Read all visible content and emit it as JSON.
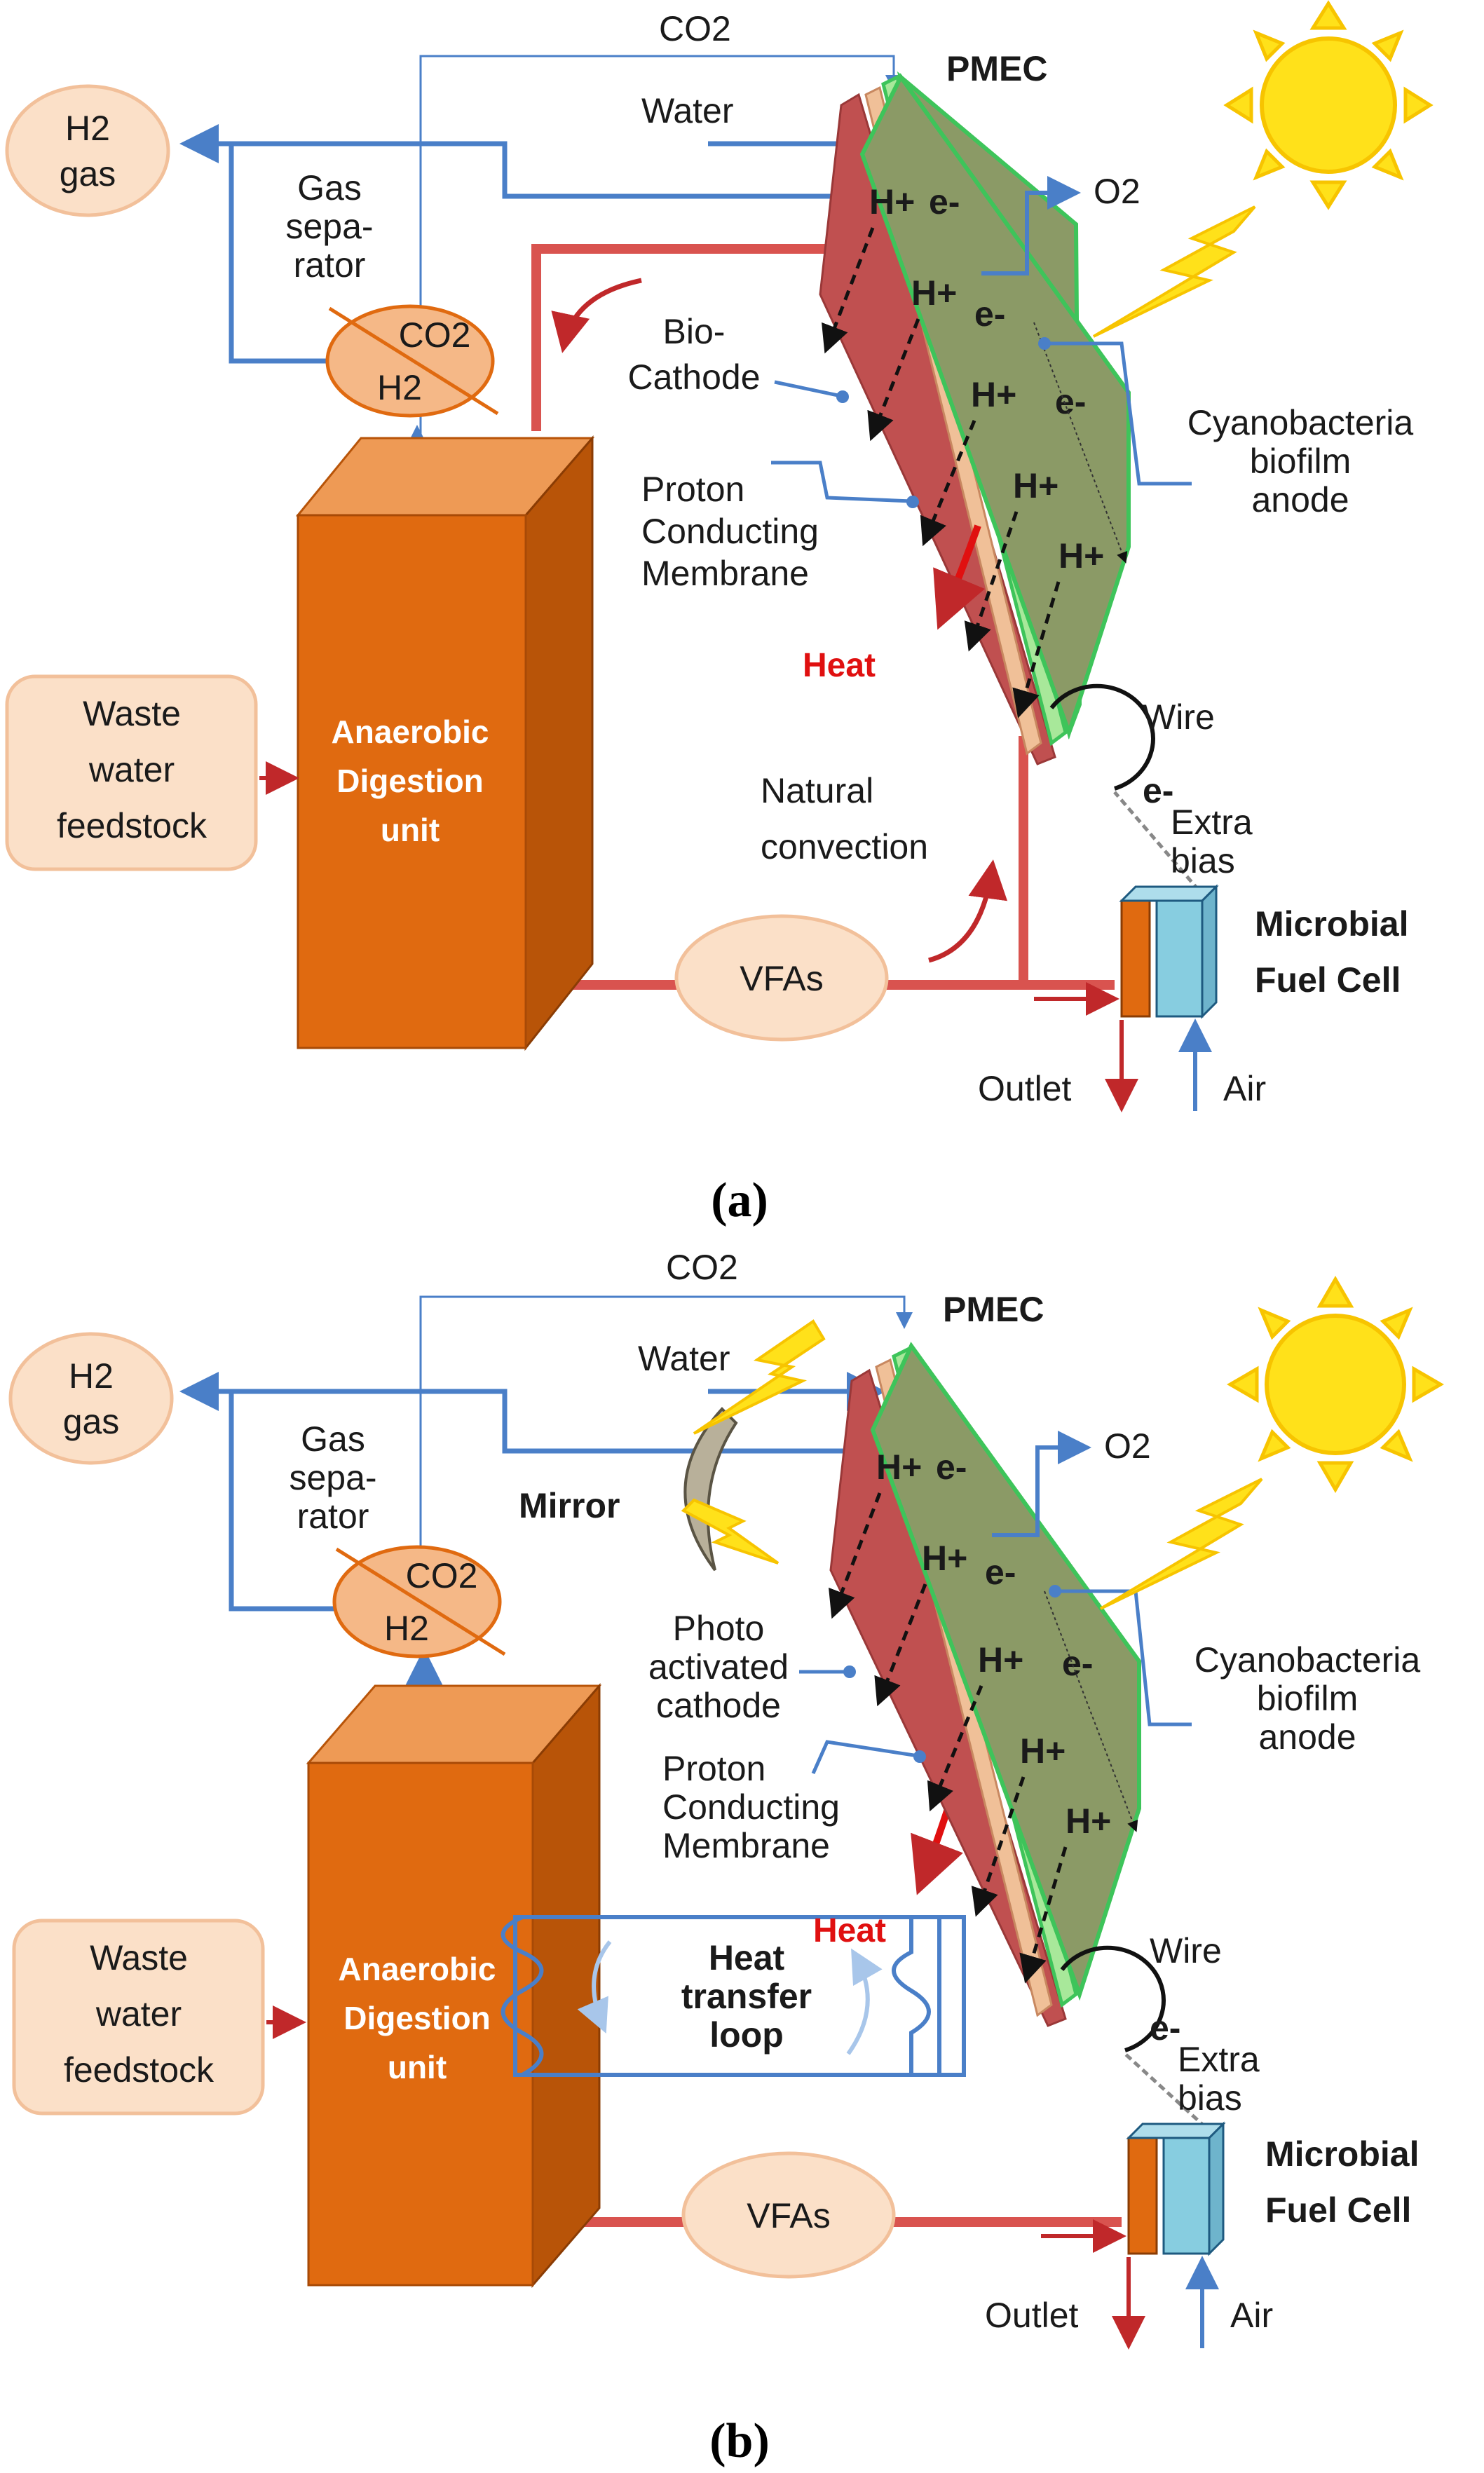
{
  "colors": {
    "blue_line": "#4a7fc8",
    "red_pipe": "#d9534f",
    "orange_box": "#e06a10",
    "orange_top": "#ee9a55",
    "orange_side": "#b85408",
    "peach": "#fbe0c8",
    "pmec_green": "#8b9a66",
    "membrane_green": "#3ec45a",
    "sun_yellow": "#ffe11a",
    "sun_ray": "#f7c400",
    "mfc_blue": "#87cde0",
    "mirror": "#b8b09a"
  },
  "panel_a": {
    "caption": "(a)",
    "co2_top": "CO2",
    "pmec": "PMEC",
    "water": "Water",
    "o2": "O2",
    "h2_gas_1": "H2",
    "h2_gas_2": "gas",
    "gas_sep_1": "Gas",
    "gas_sep_2": "sepa-",
    "gas_sep_3": "rator",
    "sep_co2": "CO2",
    "sep_h2": "H2",
    "cathode_1": "Bio-",
    "cathode_2": "Cathode",
    "proton_1": "Proton",
    "proton_2": "Conducting",
    "proton_3": "Membrane",
    "cyano_1": "Cyanobacteria",
    "cyano_2": "biofilm",
    "cyano_3": "anode",
    "heat": "Heat",
    "wire": "Wire",
    "electron": "e-",
    "extra_1": "Extra",
    "extra_2": "bias",
    "natural_1": "Natural",
    "natural_2": "convection",
    "waste_1": "Waste",
    "waste_2": "water",
    "waste_3": "feedstock",
    "ad_1": "Anaerobic",
    "ad_2": "Digestion",
    "ad_3": "unit",
    "vfas": "VFAs",
    "mfc_1": "Microbial",
    "mfc_2": "Fuel Cell",
    "outlet": "Outlet",
    "air": "Air",
    "hplus": "H+"
  },
  "panel_b": {
    "caption": "(b)",
    "co2_top": "CO2",
    "pmec": "PMEC",
    "water": "Water",
    "o2": "O2",
    "h2_gas_1": "H2",
    "h2_gas_2": "gas",
    "gas_sep_1": "Gas",
    "gas_sep_2": "sepa-",
    "gas_sep_3": "rator",
    "sep_co2": "CO2",
    "sep_h2": "H2",
    "mirror": "Mirror",
    "cathode_1": "Photo",
    "cathode_2": "activated",
    "cathode_3": "cathode",
    "proton_1": "Proton",
    "proton_2": "Conducting",
    "proton_3": "Membrane",
    "cyano_1": "Cyanobacteria",
    "cyano_2": "biofilm",
    "cyano_3": "anode",
    "heat": "Heat",
    "loop_1": "Heat",
    "loop_2": "transfer",
    "loop_3": "loop",
    "wire": "Wire",
    "electron": "e-",
    "extra_1": "Extra",
    "extra_2": "bias",
    "waste_1": "Waste",
    "waste_2": "water",
    "waste_3": "feedstock",
    "ad_1": "Anaerobic",
    "ad_2": "Digestion",
    "ad_3": "unit",
    "vfas": "VFAs",
    "mfc_1": "Microbial",
    "mfc_2": "Fuel Cell",
    "outlet": "Outlet",
    "air": "Air",
    "hplus": "H+"
  }
}
